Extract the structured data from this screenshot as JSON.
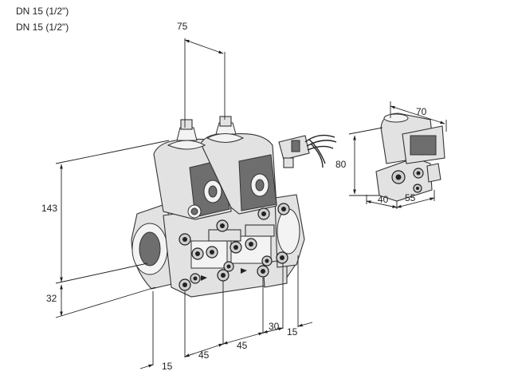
{
  "header": {
    "line1": "DN 15 (1/2\")",
    "line2": "DN 15 (1/2\")"
  },
  "dimensions": {
    "d75": "75",
    "d143": "143",
    "d32": "32",
    "d15_bottom": "15",
    "d45_left": "45",
    "d45_right": "45",
    "d30": "30",
    "d15_right": "15",
    "d70": "70",
    "d80": "80",
    "d40": "40",
    "d55": "55"
  }
}
